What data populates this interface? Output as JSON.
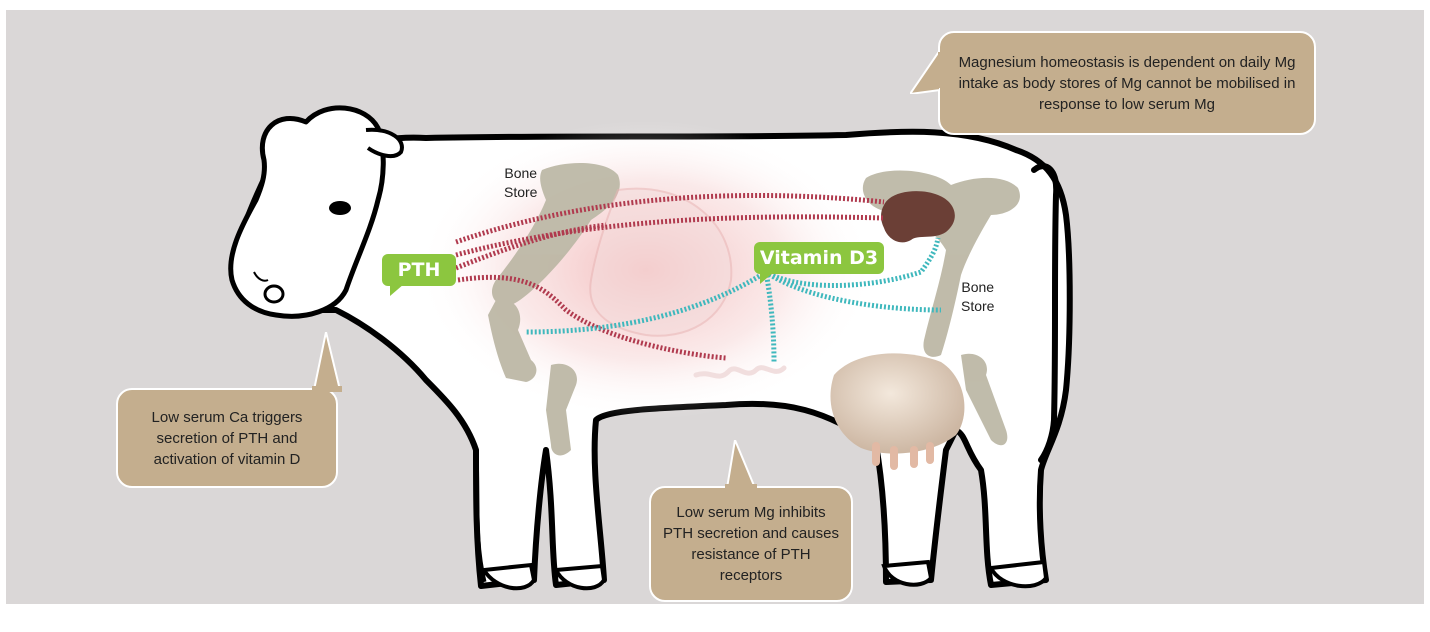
{
  "callouts": {
    "magnesium_homeostasis": "Magnesium homeostasis is dependent on daily Mg intake as body stores of Mg cannot be mobilised in response to low serum Mg",
    "low_calcium": "Low serum Ca triggers secretion of PTH and activation of vitamin D",
    "low_magnesium": "Low serum Mg inhibits PTH secretion and causes resistance of PTH receptors"
  },
  "labels": {
    "pth": "PTH",
    "vitamin_d3": "Vitamin D3",
    "bone_store_front_line1": "Bone",
    "bone_store_front_line2": "Store",
    "bone_store_rear_line1": "Bone",
    "bone_store_rear_line2": "Store"
  },
  "colors": {
    "background": "#dad7d7",
    "callout": "#c4ae8e",
    "tag_green": "#8cc63f",
    "pth_pathway": "#b03a4e",
    "vitamin_pathway": "#3fb8bd",
    "bone": "#bdb8a6",
    "kidney": "#6b3f36",
    "udder": "#e6d6c6"
  }
}
